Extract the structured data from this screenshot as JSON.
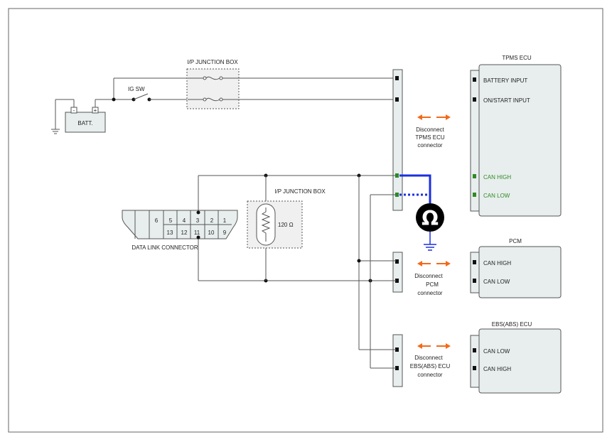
{
  "batt_label": "BATT.",
  "batt_minus": "-",
  "batt_plus": "+",
  "ig_sw_label": "IG SW",
  "jbox1_label": "I/P JUNCTION BOX",
  "jbox2_label": "I/P JUNCTION BOX",
  "resistor_value": "120  Ω",
  "dlc_label": "DATA LINK CONNECTOR",
  "dlc_pins_top": [
    "6",
    "5",
    "4",
    "3",
    "2",
    "1"
  ],
  "dlc_pins_bottom": [
    "13",
    "12",
    "11",
    "10",
    "9"
  ],
  "ohmmeter_symbol": "Ω",
  "tpms": {
    "title": "TPMS ECU",
    "pins": [
      "BATTERY INPUT",
      "ON/START INPUT",
      "CAN HIGH",
      "CAN LOW"
    ],
    "disconnect": [
      "Disconnect",
      "TPMS ECU",
      "connector"
    ]
  },
  "pcm": {
    "title": "PCM",
    "pins": [
      "CAN HIGH",
      "CAN LOW"
    ],
    "disconnect": [
      "Disconnect",
      "PCM",
      "connector"
    ]
  },
  "ebs": {
    "title": "EBS(ABS) ECU",
    "pins": [
      "CAN LOW",
      "CAN HIGH"
    ],
    "disconnect": [
      "Disconnect",
      "EBS(ABS) ECU",
      "connector"
    ]
  },
  "colors": {
    "can_wire": "#1a2fe0",
    "arrow": "#f26a1b",
    "can_text": "#2e8b22",
    "box_fill": "#e8eeee"
  }
}
